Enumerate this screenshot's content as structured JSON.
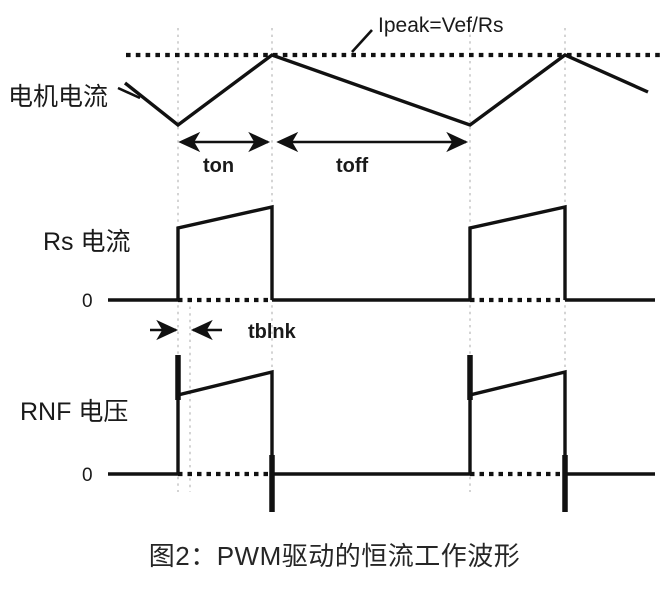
{
  "figure": {
    "caption": "图2：PWM驱动的恒流工作波形",
    "background_color": "#ffffff",
    "trace_color": "#111111",
    "gridline_color": "#c9c9c9"
  },
  "annotations": {
    "ipeak_equation": "Ipeak=Vef/Rs",
    "ton_label": "ton",
    "toff_label": "toff",
    "tblnk_label": "tblnk"
  },
  "panels": [
    {
      "id": "motor-current",
      "label": "电机电流",
      "zero_label": null
    },
    {
      "id": "rs-current",
      "label": "Rs 电流",
      "zero_label": "0"
    },
    {
      "id": "rnf-voltage",
      "label": "RNF 电压",
      "zero_label": "0"
    }
  ],
  "chart_data": {
    "type": "line",
    "title": "图2：PWM驱动的恒流工作波形",
    "xlabel": "",
    "ylabel": "",
    "grid": true,
    "legend_position": "none",
    "x_gridlines": [
      178,
      190,
      272,
      470,
      565
    ],
    "annotations": [
      {
        "text": "Ipeak=Vef/Rs",
        "x": 565,
        "y": 30
      },
      {
        "text": "ton",
        "x": 225,
        "y": 165
      },
      {
        "text": "toff",
        "x": 371,
        "y": 165
      },
      {
        "text": "tblnk",
        "x": 280,
        "y": 338
      }
    ],
    "series": [
      {
        "name": "电机电流",
        "description": "Triangular inductor current ramping between trough and Ipeak threshold",
        "baseline_y": null,
        "peak_level_y": 55,
        "points": [
          [
            125,
            83
          ],
          [
            178,
            125
          ],
          [
            272,
            55
          ],
          [
            470,
            125
          ],
          [
            565,
            55
          ],
          [
            648,
            92
          ]
        ]
      },
      {
        "name": "Rs 电流",
        "description": "Sense resistor current: zero during off-time, ramping pulse during on-time",
        "baseline_y": 300,
        "points": [
          [
            108,
            300
          ],
          [
            178,
            300
          ],
          [
            178,
            228
          ],
          [
            272,
            207
          ],
          [
            272,
            300
          ],
          [
            470,
            300
          ],
          [
            470,
            228
          ],
          [
            565,
            207
          ],
          [
            565,
            300
          ],
          [
            648,
            300
          ]
        ]
      },
      {
        "name": "RNF 电压",
        "description": "Sense voltage with leading-edge overshoot spike and trailing-edge undershoot spike",
        "baseline_y": 474,
        "points": [
          [
            108,
            474
          ],
          [
            178,
            474
          ],
          [
            178,
            395
          ],
          [
            272,
            372
          ],
          [
            272,
            474
          ],
          [
            470,
            474
          ],
          [
            470,
            395
          ],
          [
            565,
            372
          ],
          [
            565,
            474
          ],
          [
            648,
            474
          ]
        ],
        "spikes": [
          {
            "x": 178,
            "y_top": 355,
            "y_bottom": 400,
            "type": "overshoot"
          },
          {
            "x": 272,
            "y_top": 455,
            "y_bottom": 512,
            "type": "undershoot"
          },
          {
            "x": 470,
            "y_top": 355,
            "y_bottom": 400,
            "type": "overshoot"
          },
          {
            "x": 565,
            "y_top": 455,
            "y_bottom": 512,
            "type": "undershoot"
          }
        ]
      }
    ],
    "timing_arrows": [
      {
        "label": "ton",
        "x_start": 178,
        "x_end": 272,
        "y": 142
      },
      {
        "label": "toff",
        "x_start": 276,
        "x_end": 470,
        "y": 142
      },
      {
        "label": "tblnk",
        "x_start": 150,
        "x_end": 218,
        "y": 330
      }
    ]
  }
}
